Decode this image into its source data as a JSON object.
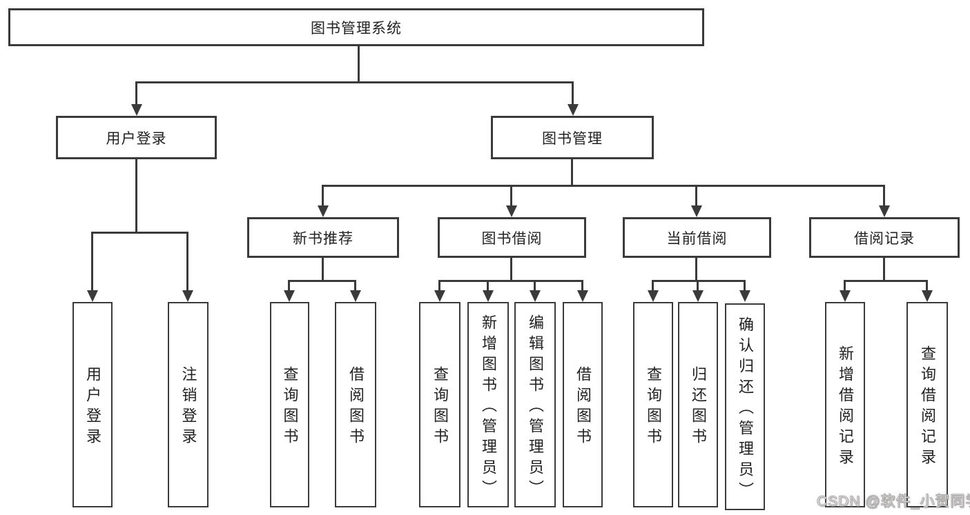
{
  "tree": {
    "root": {
      "label": "图书管理系统",
      "children": [
        {
          "label": "用户登录",
          "children": [
            {
              "label": "用户登录"
            },
            {
              "label": "注销登录"
            }
          ]
        },
        {
          "label": "图书管理",
          "children": [
            {
              "label": "新书推荐",
              "children": [
                {
                  "label": "查询图书"
                },
                {
                  "label": "借阅图书"
                }
              ]
            },
            {
              "label": "图书借阅",
              "children": [
                {
                  "label": "查询图书"
                },
                {
                  "label": "新增图书（管理员）"
                },
                {
                  "label": "编辑图书（管理员）"
                },
                {
                  "label": "借阅图书"
                }
              ]
            },
            {
              "label": "当前借阅",
              "children": [
                {
                  "label": "查询图书"
                },
                {
                  "label": "归还图书"
                },
                {
                  "label": "确认归还（管理员）"
                }
              ]
            },
            {
              "label": "借阅记录",
              "children": [
                {
                  "label": "新增借阅记录"
                },
                {
                  "label": "查询借阅记录"
                }
              ]
            }
          ]
        }
      ]
    }
  },
  "watermark": {
    "text": "CSDN @软件_小贺同学"
  },
  "colors": {
    "line": "#3a3a3a",
    "box_fill": "#ffffff",
    "text": "#222222",
    "watermark_text": "#fbf9f9"
  }
}
